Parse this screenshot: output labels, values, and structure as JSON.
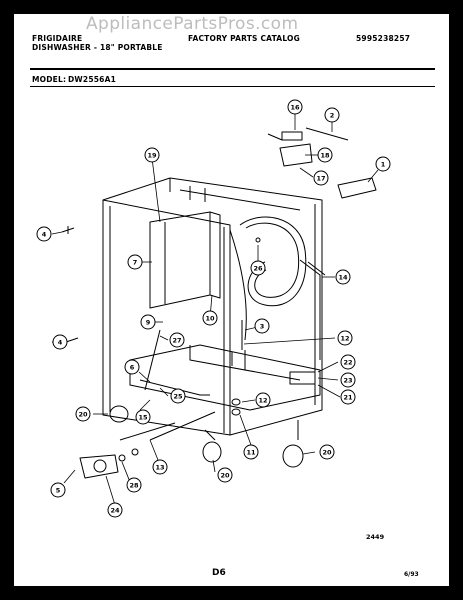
{
  "watermark": "AppliancePartsPros.com",
  "header": {
    "brand": "FRIGIDAIRE",
    "product": "DISHWASHER - 18\" PORTABLE",
    "catalog": "FACTORY PARTS CATALOG",
    "catalog_number": "5995238257",
    "model_label": "MODEL:",
    "model_value": "DW2556A1"
  },
  "callouts": [
    "1",
    "2",
    "3",
    "4",
    "4",
    "5",
    "6",
    "7",
    "9",
    "10",
    "11",
    "12",
    "12",
    "13",
    "14",
    "15",
    "16",
    "17",
    "18",
    "19",
    "20",
    "20",
    "20",
    "21",
    "22",
    "23",
    "24",
    "25",
    "26",
    "27",
    "28"
  ],
  "footer": {
    "drawing_number": "2449",
    "page": "D6",
    "date": "6/93"
  }
}
